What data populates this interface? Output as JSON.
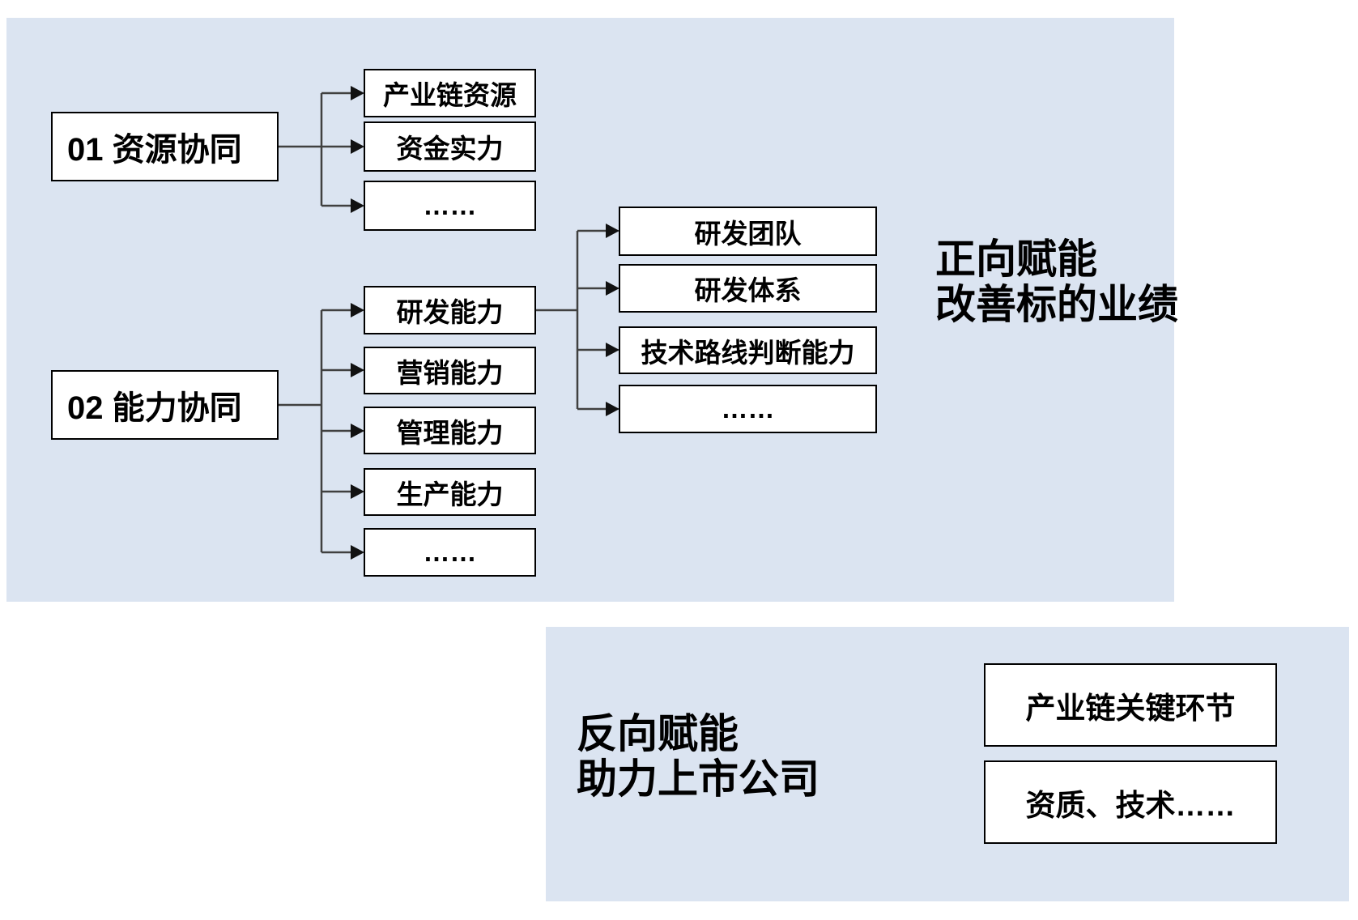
{
  "colors": {
    "panel_bg": "#dbe4f1",
    "box_bg": "#ffffff",
    "box_border": "#000000",
    "connector_line": "#404040",
    "arrow_fill": "#111111",
    "text_color": "#000000"
  },
  "top_section": {
    "title_lines": [
      "正向赋能",
      "改善标的业绩"
    ],
    "groups": [
      {
        "label": "01 资源协同",
        "children": [
          "产业链资源",
          "资金实力",
          "……"
        ]
      },
      {
        "label": "02 能力协同",
        "children": [
          "研发能力",
          "营销能力",
          "管理能力",
          "生产能力",
          "……"
        ]
      }
    ],
    "rd_subitems": [
      "研发团队",
      "研发体系",
      "技术路线判断能力",
      "……"
    ]
  },
  "bottom_section": {
    "title_lines": [
      "反向赋能",
      "助力上市公司"
    ],
    "boxes": [
      "产业链关键环节",
      "资质、技术……"
    ]
  }
}
